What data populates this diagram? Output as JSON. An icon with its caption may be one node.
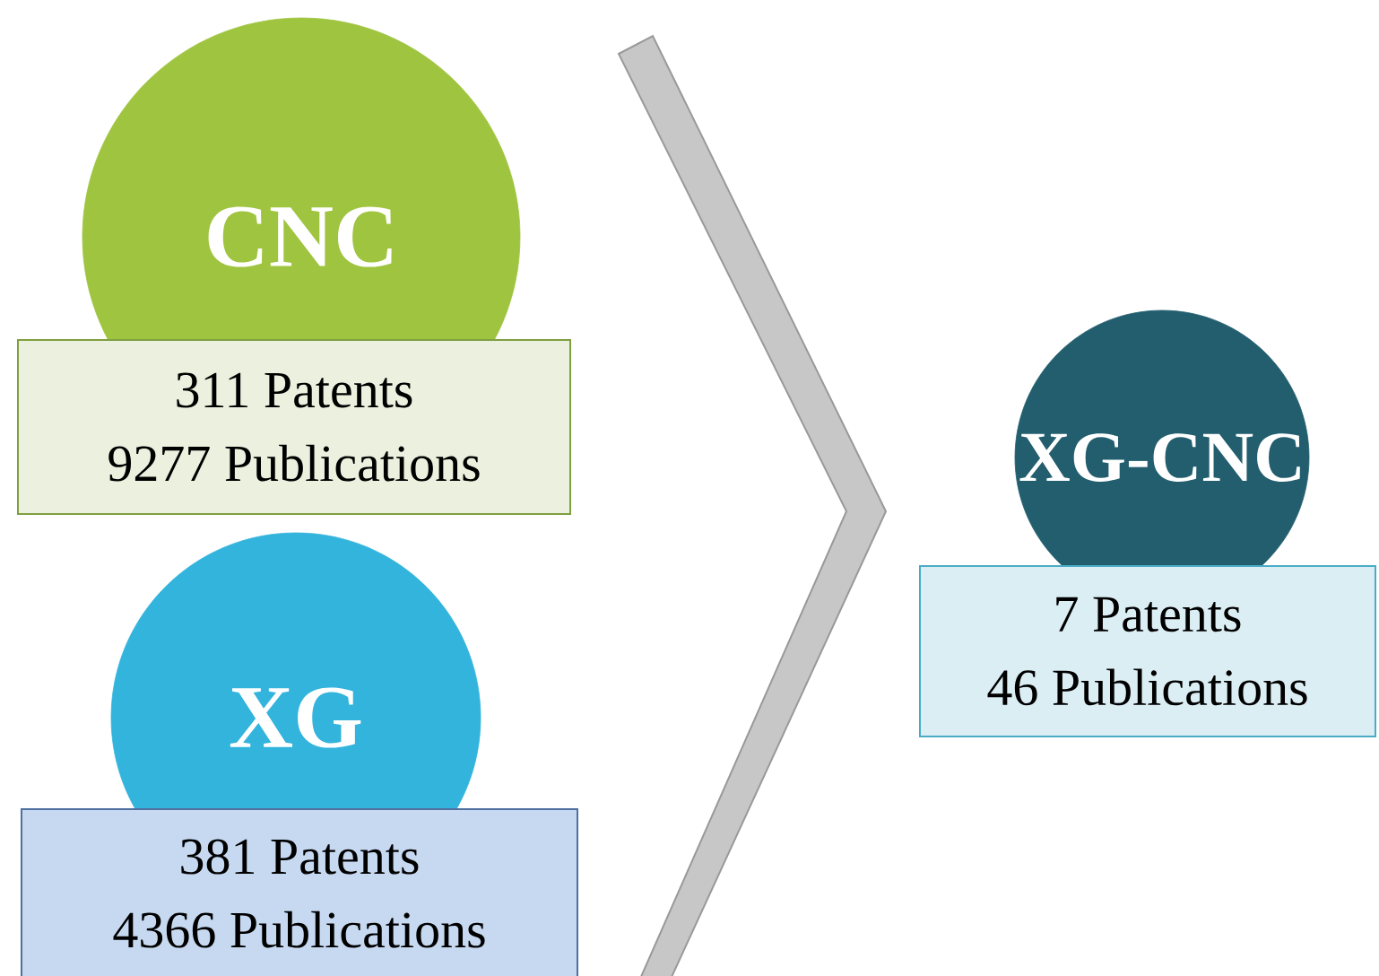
{
  "diagram": {
    "nodes": [
      {
        "text": [
          "CNC"
        ]
      },
      {
        "text": [
          "311 Patents",
          "9277 Publications"
        ]
      },
      {
        "text": [
          "XG"
        ]
      },
      {
        "text": [
          "381 Patents",
          "4366 Publications"
        ]
      },
      {
        "text": [
          "XG-CNC"
        ]
      },
      {
        "text": [
          "7 Patents",
          "46 Publications"
        ]
      }
    ]
  }
}
